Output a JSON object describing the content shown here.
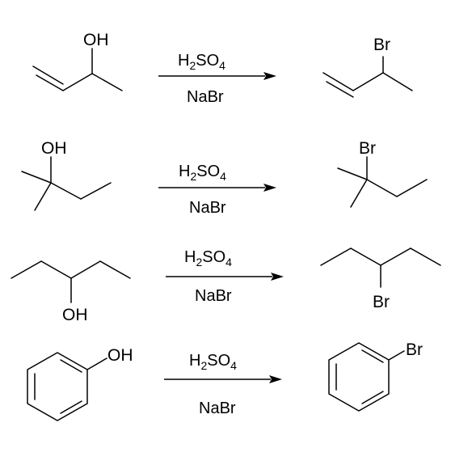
{
  "reactions": [
    {
      "reactant_label": "OH",
      "reagent_top": {
        "main": "H",
        "sub1": "2",
        "mid": "SO",
        "sub2": "4"
      },
      "reagent_bottom": "NaBr",
      "product_label": "Br"
    },
    {
      "reactant_label": "OH",
      "reagent_top": {
        "main": "H",
        "sub1": "2",
        "mid": "SO",
        "sub2": "4"
      },
      "reagent_bottom": "NaBr",
      "product_label": "Br"
    },
    {
      "reactant_label": "OH",
      "reagent_top": {
        "main": "H",
        "sub1": "2",
        "mid": "SO",
        "sub2": "4"
      },
      "reagent_bottom": "NaBr",
      "product_label": "Br"
    },
    {
      "reactant_label": "OH",
      "reagent_top": {
        "main": "H",
        "sub1": "2",
        "mid": "SO",
        "sub2": "4"
      },
      "reagent_bottom": "NaBr",
      "product_label": "Br"
    }
  ]
}
